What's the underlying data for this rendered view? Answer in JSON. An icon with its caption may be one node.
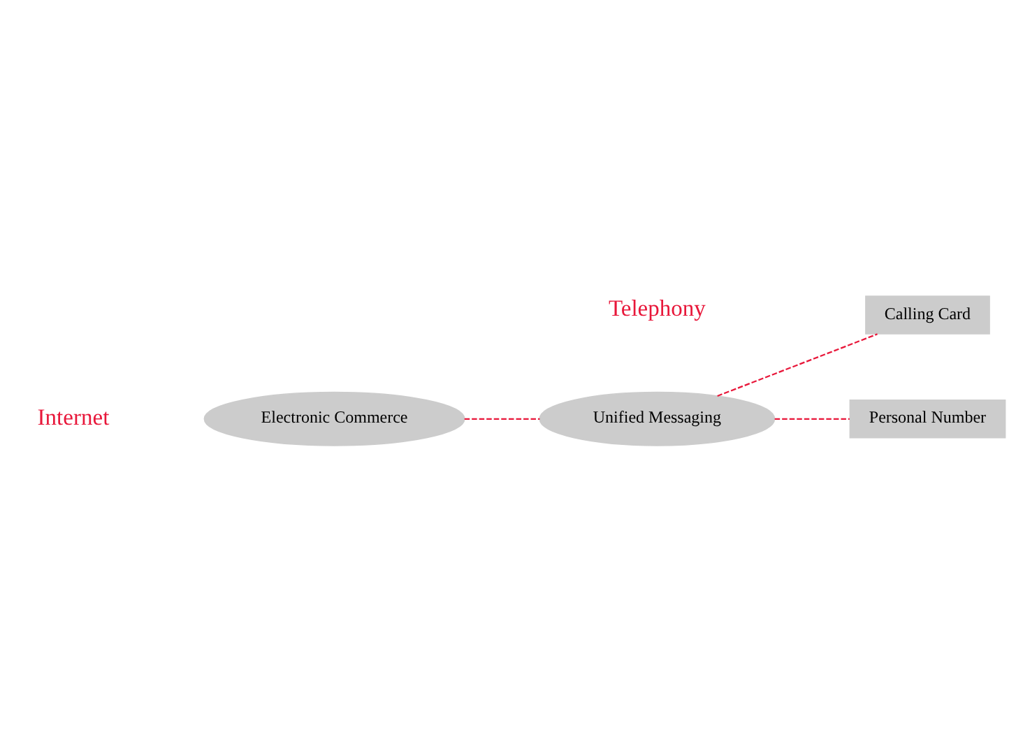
{
  "diagram": {
    "nodes": [
      {
        "text": [
          "Electronic Commerce"
        ]
      },
      {
        "text": [
          "Unified Messaging"
        ]
      },
      {
        "text": [
          "Calling Card"
        ]
      },
      {
        "text": [
          "Personal Number"
        ]
      }
    ],
    "edges": [
      {
        "from": 0,
        "to": 1,
        "arrow": "none",
        "style": "dashed",
        "color": "#e8173a"
      },
      {
        "from": 1,
        "to": 2,
        "arrow": "none",
        "style": "dashed",
        "color": "#e8173a"
      },
      {
        "from": 1,
        "to": 3,
        "arrow": "none",
        "style": "dashed",
        "color": "#e8173a"
      }
    ],
    "labels": [
      "Internet",
      "Telephony"
    ]
  }
}
